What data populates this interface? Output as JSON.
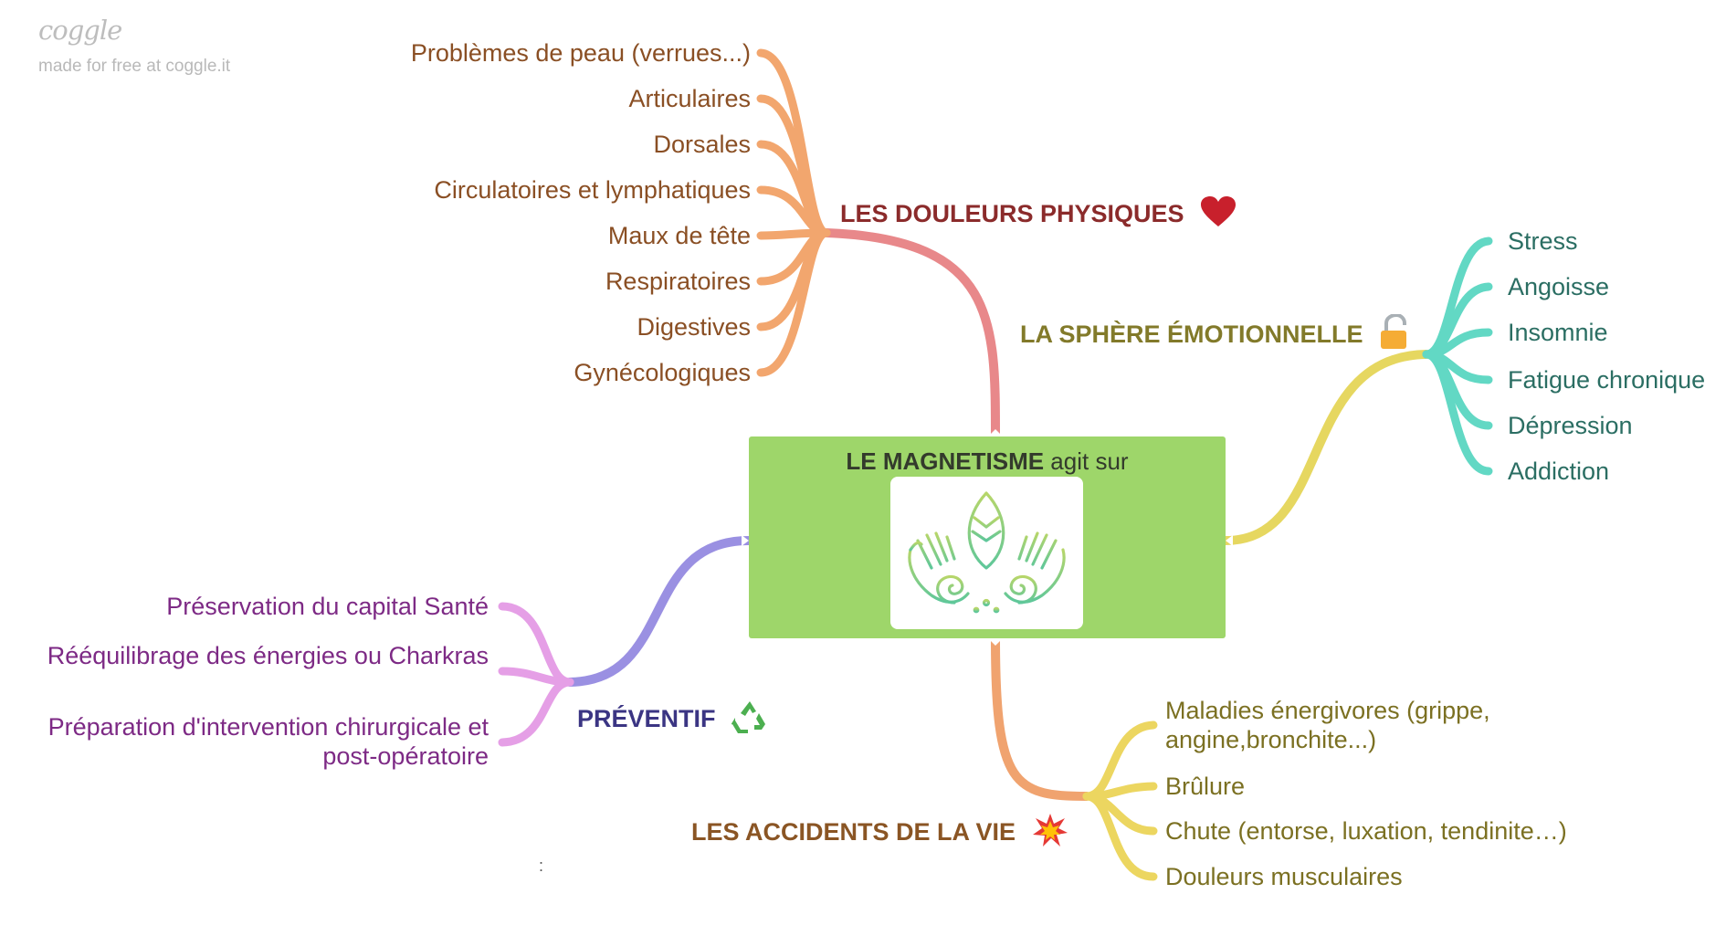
{
  "watermark": {
    "logo": "coggle",
    "tagline": "made for free at coggle.it"
  },
  "center": {
    "title_bold": "LE MAGNETISME",
    "title_rest": " agit sur",
    "image_icon": "hands-leaf-spiral-icon"
  },
  "branches": {
    "physiques": {
      "label": "LES DOULEURS PHYSIQUES",
      "icon": "heart-icon",
      "color": "#8b2b2b",
      "items": [
        "Problèmes de peau (verrues...)",
        "Articulaires",
        "Dorsales",
        "Circulatoires et lymphatiques",
        "Maux de tête",
        "Respiratoires",
        "Digestives",
        "Gynécologiques"
      ]
    },
    "emotionnelle": {
      "label": "LA SPHÈRE ÉMOTIONNELLE",
      "icon": "open-lock-icon",
      "color": "#827a2a",
      "items": [
        "Stress",
        "Angoisse",
        "Insomnie",
        "Fatigue chronique",
        "Dépression",
        "Addiction"
      ]
    },
    "preventif": {
      "label": "PRÉVENTIF",
      "icon": "recycle-icon",
      "color": "#3b3583",
      "items": [
        "Préservation du capital Santé",
        "Rééquilibrage des énergies ou Charkras",
        "Préparation d'intervention chirurgicale et post-opératoire"
      ]
    },
    "accidents": {
      "label": "LES ACCIDENTS DE LA VIE",
      "icon": "collision-icon",
      "color": "#8a5524",
      "items": [
        "Maladies énergivores (grippe, angine,bronchite...)",
        "Brûlure",
        "Chute (entorse, luxation, tendinite…)",
        "Douleurs musculaires"
      ]
    }
  },
  "colors": {
    "center_bg": "#9ed66a",
    "physiques_link": "#e8888a",
    "physiques_leaf": "#f2a66e",
    "physiques_text": "#8a4f24",
    "emotionnelle_link": "#e6d760",
    "emotionnelle_leaf": "#62d8c4",
    "emotionnelle_text": "#2b6e63",
    "preventif_link": "#9a90e2",
    "preventif_leaf": "#e59fe6",
    "preventif_text": "#7d2a85",
    "accidents_link": "#f0a36f",
    "accidents_leaf": "#ecd660",
    "accidents_text": "#7b7022"
  },
  "stray_text": ":"
}
